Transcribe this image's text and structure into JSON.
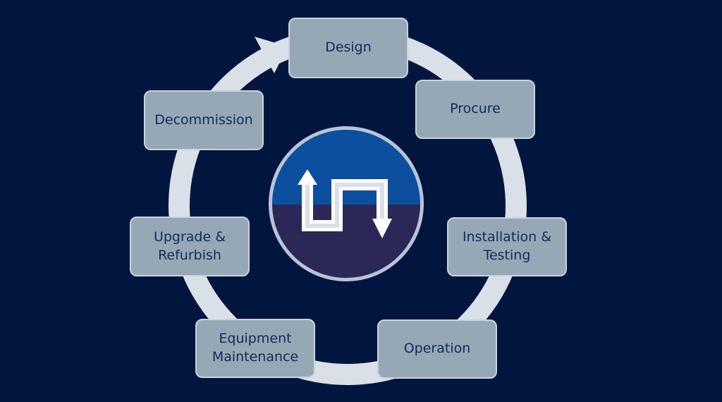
{
  "diagram": {
    "stages": [
      {
        "id": "stage-design",
        "label": "Design"
      },
      {
        "id": "stage-procure",
        "label": "Procure"
      },
      {
        "id": "stage-installation",
        "label": "Installation &\nTesting"
      },
      {
        "id": "stage-operation",
        "label": "Operation"
      },
      {
        "id": "stage-equipment",
        "label": "Equipment\nMaintenance"
      },
      {
        "id": "stage-upgrade",
        "label": "Upgrade &\nRefurbish"
      },
      {
        "id": "stage-decommission",
        "label": "Decommission"
      }
    ],
    "center_icon": "cycle-arrows-icon",
    "colors": {
      "background": "#02153f",
      "ring": "#d9e0e7",
      "box_fill": "#96a8b6",
      "box_text": "#122a5a",
      "center_top": "#0b4f9e",
      "center_bottom": "#2b2858",
      "center_border": "#b8c4d6"
    }
  }
}
